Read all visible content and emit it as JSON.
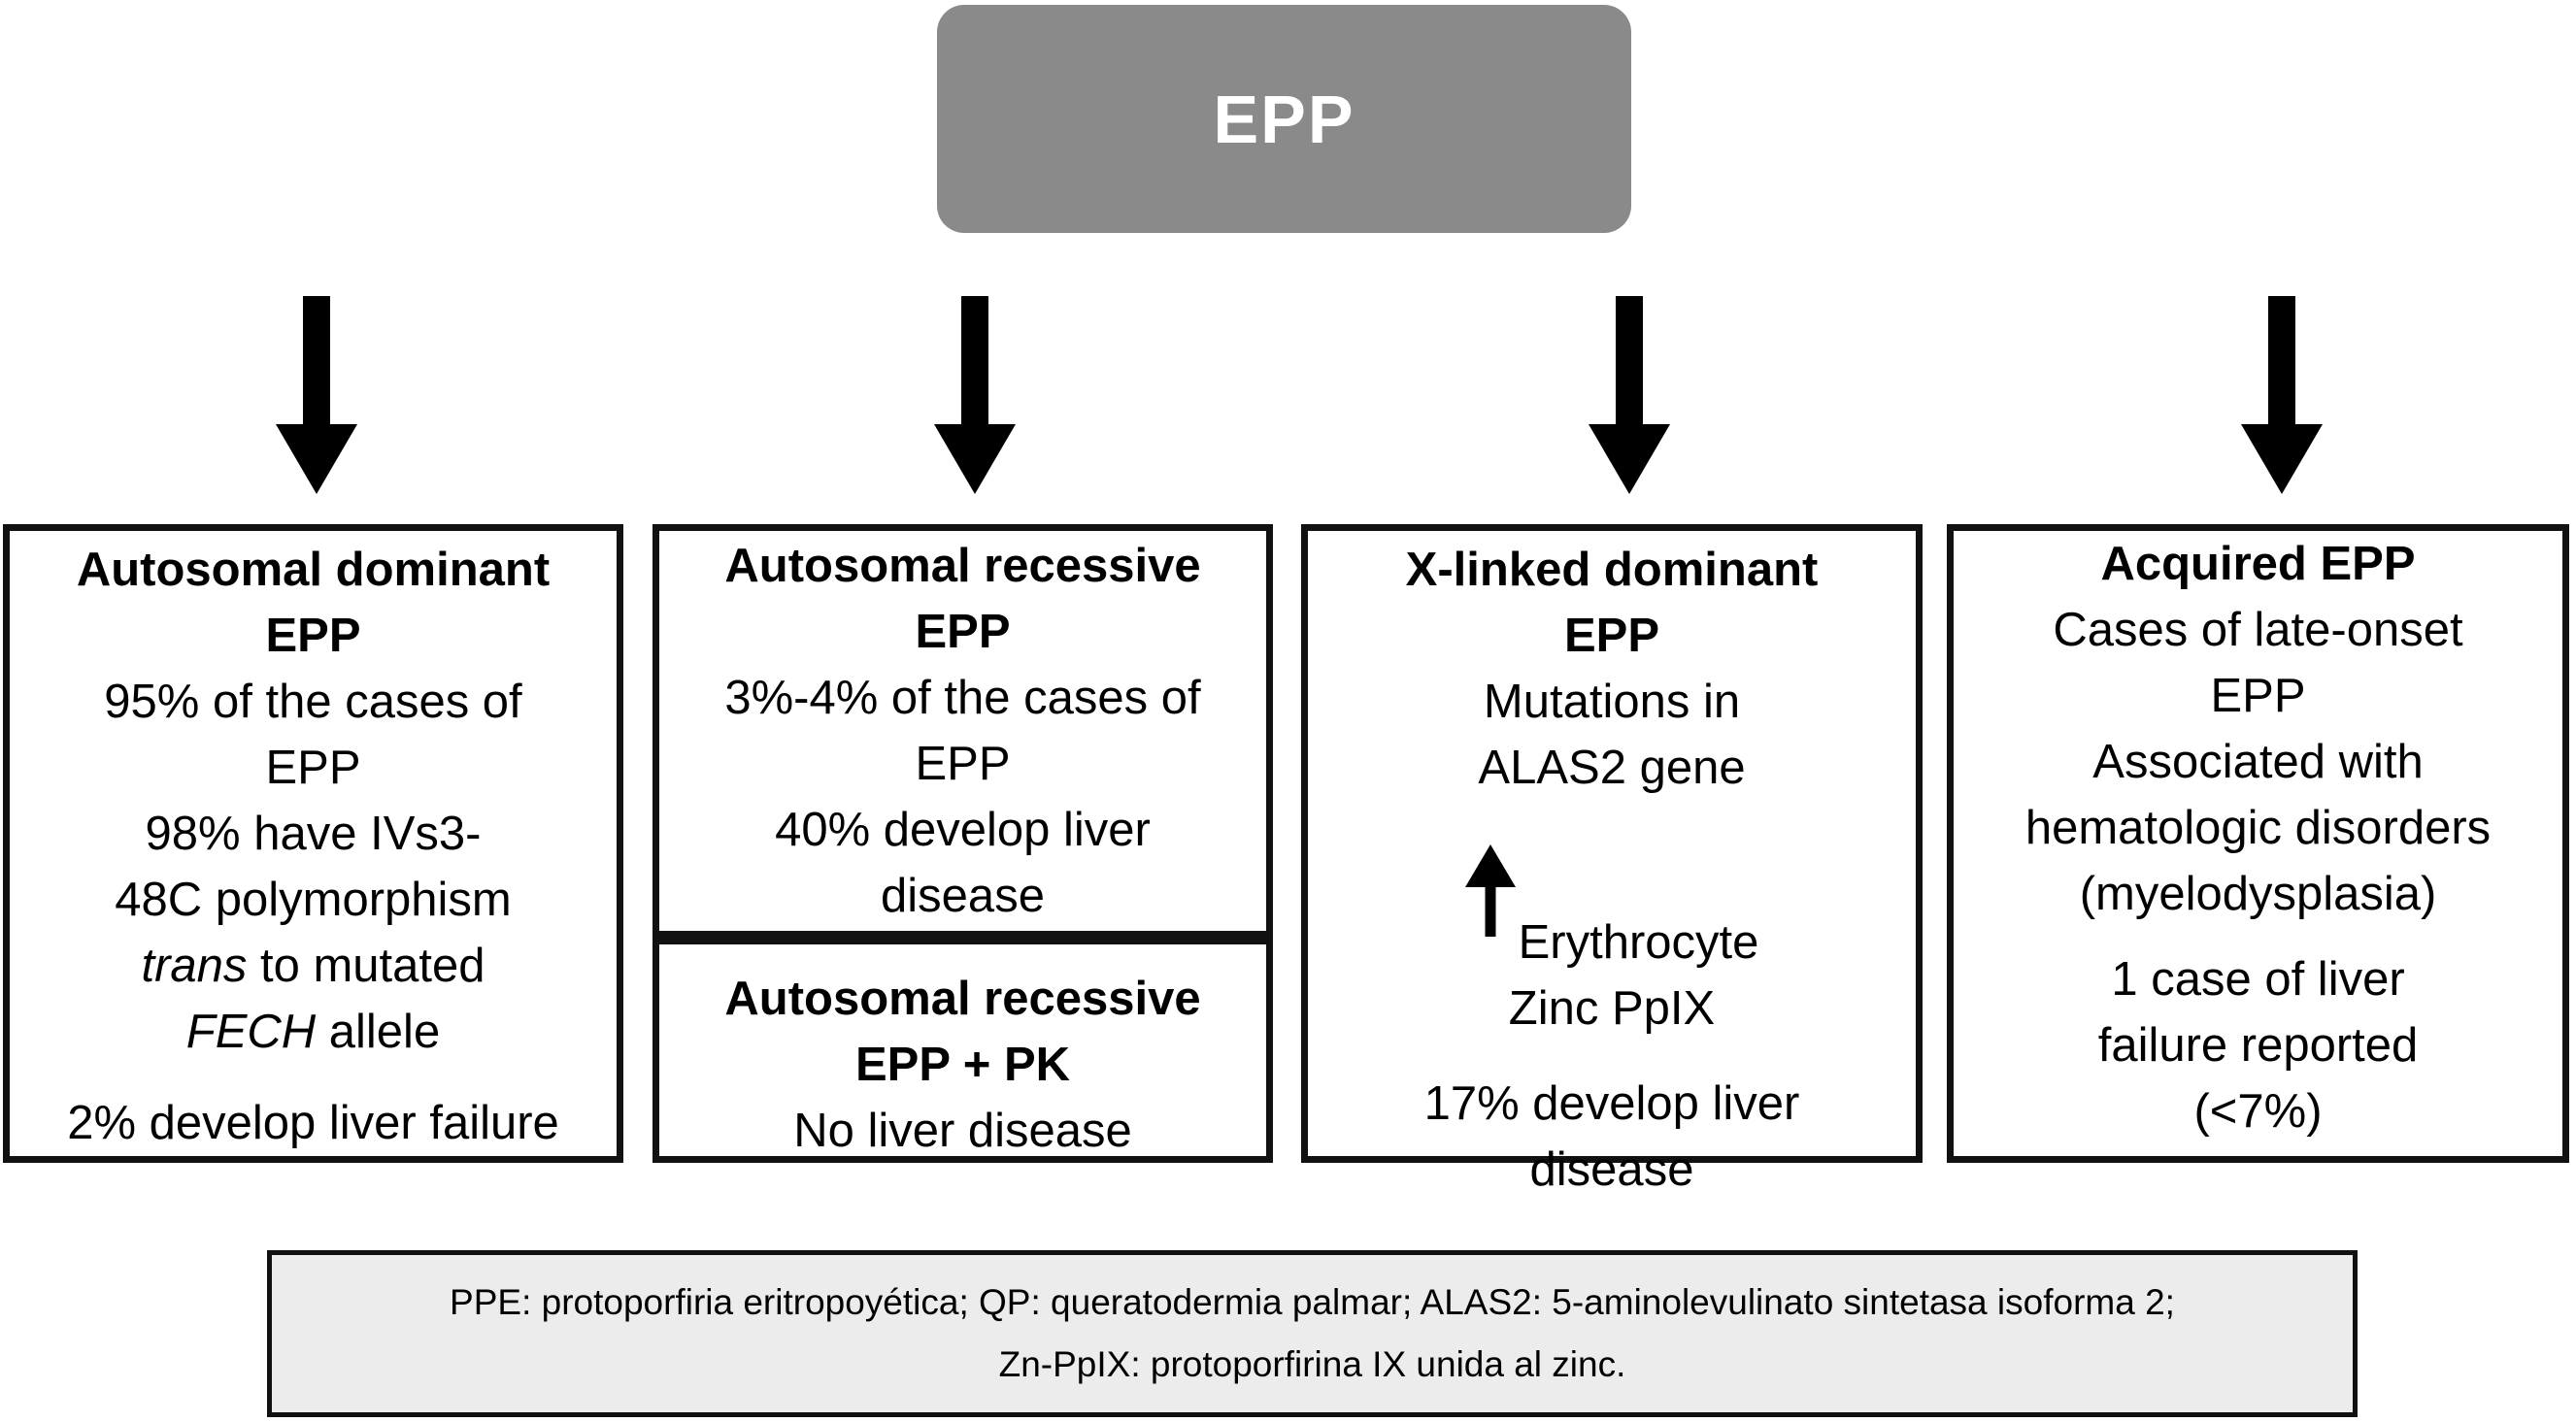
{
  "root": {
    "label": "EPP"
  },
  "colors": {
    "root_fill": "#8A8A8A",
    "root_text": "#FFFFFF",
    "box_border": "#111111",
    "legend_fill": "#ECECEC",
    "arrow": "#000000",
    "text": "#000000"
  },
  "boxes": [
    {
      "name": "autosomal-dominant-epp-box",
      "css": "box-1",
      "lines": [
        {
          "text": "Autosomal dominant",
          "bold": true
        },
        {
          "text": "EPP",
          "bold": true
        },
        {
          "text": "95% of the cases of"
        },
        {
          "text": "EPP"
        },
        {
          "text": "98% have IVs3-"
        },
        {
          "text": "48C polymorphism"
        },
        {
          "segments": [
            {
              "text": "trans",
              "italic": true
            },
            {
              "text": " to mutated"
            }
          ]
        },
        {
          "segments": [
            {
              "text": "FECH",
              "italic": true
            },
            {
              "text": " allele"
            }
          ]
        },
        {
          "text": "2% develop liver failure",
          "gap": 26
        }
      ]
    },
    {
      "name": "autosomal-recessive-epp-box",
      "css": "box-2a",
      "lines": [
        {
          "text": "Autosomal recessive",
          "bold": true
        },
        {
          "text": "EPP",
          "bold": true
        },
        {
          "text": "3%-4% of the cases of"
        },
        {
          "text": "EPP"
        },
        {
          "text": "40% develop liver"
        },
        {
          "text": "disease"
        }
      ]
    },
    {
      "name": "autosomal-recessive-epp-pk-box",
      "css": "box-2b",
      "lines": [
        {
          "text": "Autosomal recessive",
          "bold": true
        },
        {
          "text": "EPP + PK",
          "bold": true
        },
        {
          "text": "No liver disease"
        }
      ]
    },
    {
      "name": "x-linked-dominant-epp-box",
      "css": "box-3",
      "lines": [
        {
          "text": "X-linked dominant",
          "bold": true
        },
        {
          "text": "EPP",
          "bold": true
        },
        {
          "text": "Mutations in"
        },
        {
          "text": "ALAS2 gene"
        },
        {
          "text": "Erythrocyte",
          "arrow": true,
          "gap": 45
        },
        {
          "text": "Zinc PpIX"
        },
        {
          "text": "17% develop liver",
          "gap": 30
        },
        {
          "text": "disease"
        }
      ]
    },
    {
      "name": "acquired-epp-box",
      "css": "box-4",
      "lines": [
        {
          "text": "Acquired EPP",
          "bold": true
        },
        {
          "text": "Cases of late-onset"
        },
        {
          "text": "EPP"
        },
        {
          "text": "Associated with"
        },
        {
          "text": "hematologic disorders"
        },
        {
          "text": "(myelodysplasia)"
        },
        {
          "text": "1 case of liver",
          "gap": 20
        },
        {
          "text": "failure reported"
        },
        {
          "text": "(<7%)"
        }
      ]
    }
  ],
  "legend": {
    "line1": "PPE: protoporfiria eritropoyética; QP: queratodermia palmar; ALAS2: 5-aminolevulinato sintetasa isoforma 2;",
    "line2": "Zn-PpIX: protoporfirina IX unida al zinc."
  }
}
